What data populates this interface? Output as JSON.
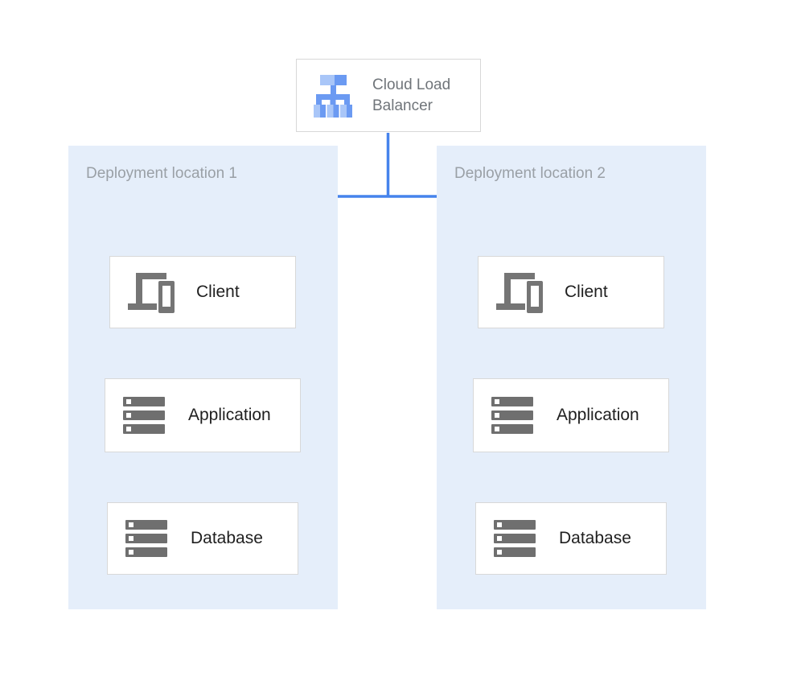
{
  "diagram": {
    "load_balancer": {
      "label": "Cloud Load Balancer",
      "icon": "load-balancer-icon"
    },
    "zones": [
      {
        "label": "Deployment location 1",
        "nodes": [
          {
            "label": "Client",
            "icon": "client-devices-icon"
          },
          {
            "label": "Application",
            "icon": "server-stack-icon"
          },
          {
            "label": "Database",
            "icon": "server-stack-icon"
          }
        ]
      },
      {
        "label": "Deployment location 2",
        "nodes": [
          {
            "label": "Client",
            "icon": "client-devices-icon"
          },
          {
            "label": "Application",
            "icon": "server-stack-icon"
          },
          {
            "label": "Database",
            "icon": "server-stack-icon"
          }
        ]
      }
    ],
    "connections": [
      {
        "from": "cloud-load-balancer",
        "to": "zone-1-client"
      },
      {
        "from": "cloud-load-balancer",
        "to": "zone-2-client"
      },
      {
        "from": "zone-1-client",
        "to": "zone-1-application"
      },
      {
        "from": "zone-1-application",
        "to": "zone-1-database"
      },
      {
        "from": "zone-2-client",
        "to": "zone-2-application"
      },
      {
        "from": "zone-2-application",
        "to": "zone-2-database"
      }
    ],
    "colors": {
      "zone_background": "#E5EEFA",
      "arrow_blue": "#4683EC",
      "box_border": "#D8D8D8",
      "node_label_text": "#1F1F1F",
      "zone_label_text": "#9AA0A6",
      "lb_label_text": "#70757A",
      "icon_gray": "#757575",
      "server_icon_gray": "#6F6F6F",
      "lb_icon_light_blue": "#A9C6F8",
      "lb_icon_mid_blue": "#6B9AF2"
    }
  }
}
